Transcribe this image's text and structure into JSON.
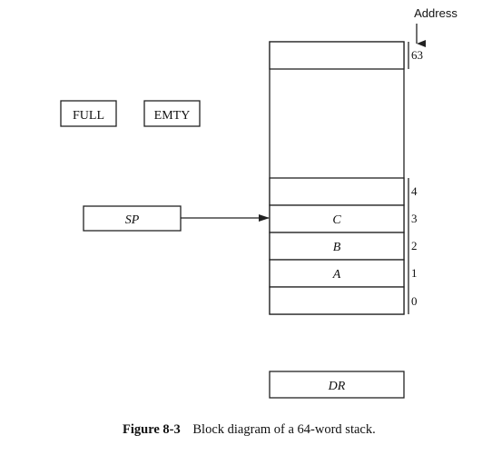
{
  "flags": {
    "full_label": "FULL",
    "empty_label": "EMTY"
  },
  "stack": {
    "address_header": "Address",
    "top_address": "63",
    "words": [
      {
        "address": "4",
        "content": ""
      },
      {
        "address": "3",
        "content": "C"
      },
      {
        "address": "2",
        "content": "B"
      },
      {
        "address": "1",
        "content": "A"
      },
      {
        "address": "0",
        "content": ""
      }
    ]
  },
  "stack_pointer": {
    "label": "SP"
  },
  "data_register": {
    "label": "DR"
  },
  "caption": {
    "figure_number": "Figure 8-3",
    "text": "Block diagram of a 64-word stack."
  }
}
